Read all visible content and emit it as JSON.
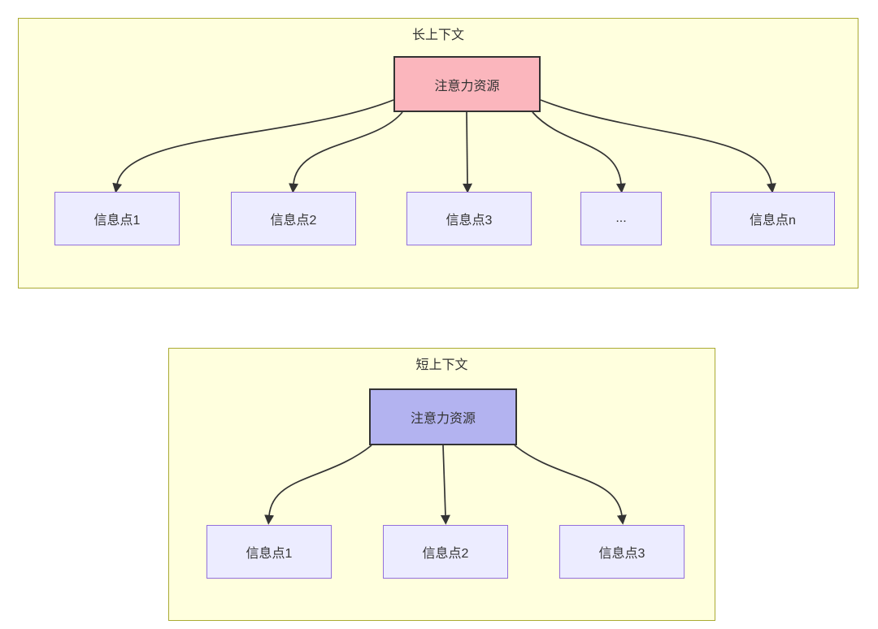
{
  "diagram": {
    "type": "flowchart-comparison",
    "colors": {
      "canvas_background": "#ffffff",
      "section_fill": "#ffffde",
      "section_border": "#aaaa33",
      "node_fill": "#ececff",
      "node_border": "#9370db",
      "root_node_border": "#333333",
      "long_root_fill": "#fbb6bd",
      "short_root_fill": "#b3b3f0",
      "arrow_color": "#333333",
      "text_color": "#333333"
    },
    "sections": [
      {
        "title": "长上下文",
        "root_label": "注意力资源",
        "children": [
          {
            "label": "信息点1"
          },
          {
            "label": "信息点2"
          },
          {
            "label": "信息点3"
          },
          {
            "label": "..."
          },
          {
            "label": "信息点n"
          }
        ]
      },
      {
        "title": "短上下文",
        "root_label": "注意力资源",
        "children": [
          {
            "label": "信息点1"
          },
          {
            "label": "信息点2"
          },
          {
            "label": "信息点3"
          }
        ]
      }
    ]
  }
}
